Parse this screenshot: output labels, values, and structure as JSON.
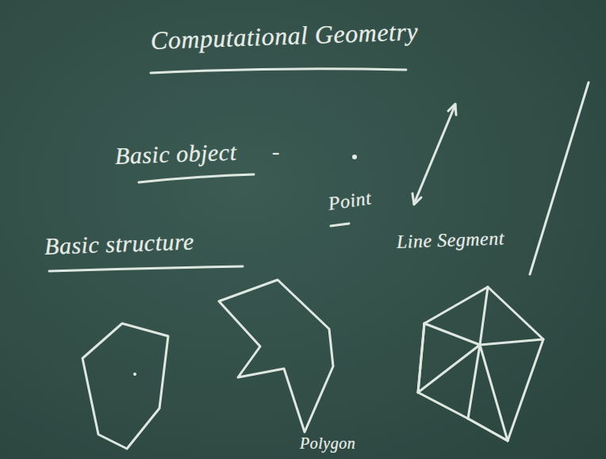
{
  "diagram": {
    "title": "Computational Geometry",
    "labels": [
      "Basic object",
      "-",
      "Point",
      "Line Segment",
      "Basic structure",
      "Polygon"
    ]
  }
}
